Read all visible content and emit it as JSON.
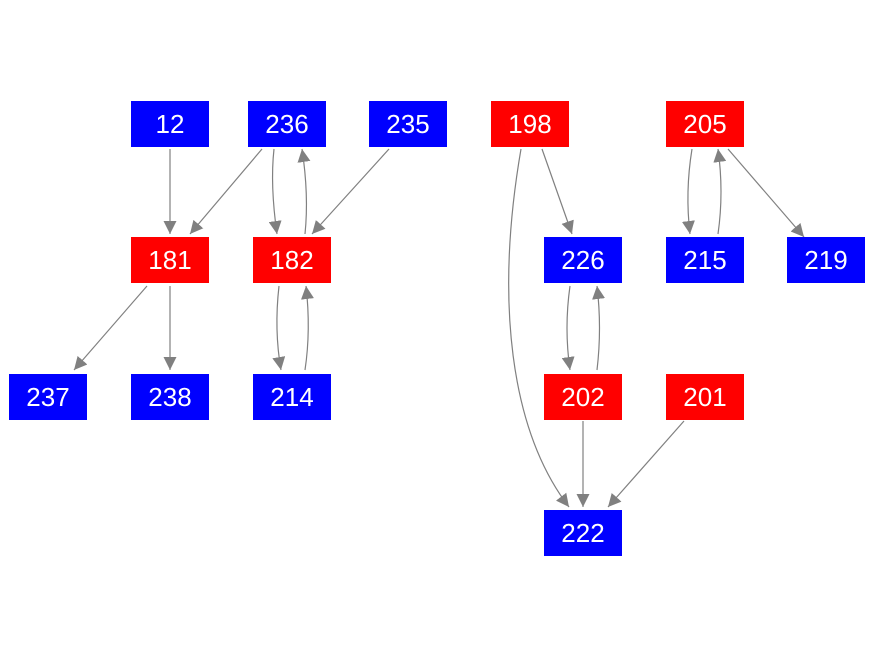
{
  "colors": {
    "red": "#ff0000",
    "blue": "#0000ff",
    "edge": "#808080",
    "label": "#ffffff"
  },
  "nodes": [
    {
      "id": "12",
      "label": "12",
      "color": "blue"
    },
    {
      "id": "236",
      "label": "236",
      "color": "blue"
    },
    {
      "id": "235",
      "label": "235",
      "color": "blue"
    },
    {
      "id": "198",
      "label": "198",
      "color": "red"
    },
    {
      "id": "205",
      "label": "205",
      "color": "red"
    },
    {
      "id": "181",
      "label": "181",
      "color": "red"
    },
    {
      "id": "182",
      "label": "182",
      "color": "red"
    },
    {
      "id": "226",
      "label": "226",
      "color": "blue"
    },
    {
      "id": "215",
      "label": "215",
      "color": "blue"
    },
    {
      "id": "219",
      "label": "219",
      "color": "blue"
    },
    {
      "id": "237",
      "label": "237",
      "color": "blue"
    },
    {
      "id": "238",
      "label": "238",
      "color": "blue"
    },
    {
      "id": "214",
      "label": "214",
      "color": "blue"
    },
    {
      "id": "202",
      "label": "202",
      "color": "red"
    },
    {
      "id": "201",
      "label": "201",
      "color": "red"
    },
    {
      "id": "222",
      "label": "222",
      "color": "blue"
    }
  ],
  "edges": [
    {
      "from": "12",
      "to": "181"
    },
    {
      "from": "236",
      "to": "181"
    },
    {
      "from": "236",
      "to": "182"
    },
    {
      "from": "182",
      "to": "236"
    },
    {
      "from": "235",
      "to": "182"
    },
    {
      "from": "181",
      "to": "237"
    },
    {
      "from": "181",
      "to": "238"
    },
    {
      "from": "182",
      "to": "214"
    },
    {
      "from": "214",
      "to": "182"
    },
    {
      "from": "198",
      "to": "226"
    },
    {
      "from": "198",
      "to": "222"
    },
    {
      "from": "226",
      "to": "202"
    },
    {
      "from": "202",
      "to": "226"
    },
    {
      "from": "202",
      "to": "222"
    },
    {
      "from": "201",
      "to": "222"
    },
    {
      "from": "205",
      "to": "215"
    },
    {
      "from": "215",
      "to": "205"
    },
    {
      "from": "205",
      "to": "219"
    }
  ]
}
